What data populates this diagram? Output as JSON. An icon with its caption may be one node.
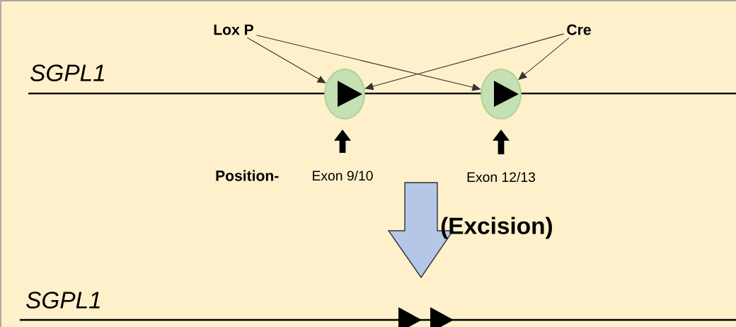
{
  "diagram": {
    "nodes": [
      {
        "text": [
          "Lox P"
        ]
      },
      {
        "text": [
          "Cre"
        ]
      },
      {
        "text": [],
        "shape": "circle"
      },
      {
        "text": [],
        "shape": "circle"
      },
      {
        "text": [
          "Exon 9/10"
        ]
      },
      {
        "text": [
          "Exon 12/13"
        ]
      }
    ],
    "edges": [
      {
        "from": 0,
        "to": 2,
        "arrow": "to"
      },
      {
        "from": 0,
        "to": 3,
        "arrow": "to"
      },
      {
        "from": 1,
        "to": 2,
        "arrow": "to"
      },
      {
        "from": 1,
        "to": 3,
        "arrow": "to"
      },
      {
        "from": 4,
        "to": 2,
        "arrow": "to",
        "style": "thick"
      },
      {
        "from": 5,
        "to": 3,
        "arrow": "to",
        "style": "thick"
      }
    ],
    "labels": [
      "SGPL1",
      "Position-",
      "(Excision)",
      "SGPL1"
    ]
  }
}
